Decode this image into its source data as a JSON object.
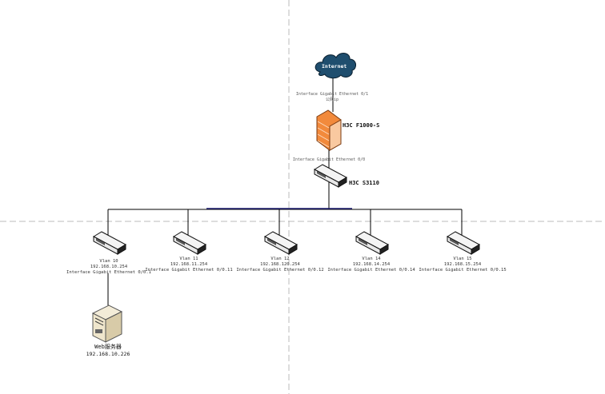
{
  "internet": {
    "label": "Internet",
    "link_label": "Interface Gigabit Ethernet 0/1",
    "link_sublabel": "公网ip"
  },
  "firewall": {
    "name": "H3C F1000-S",
    "link_label": "Interface Gigabit Ethernet 0/0"
  },
  "core_switch": {
    "name": "H3C S3110"
  },
  "vlans": [
    {
      "vlan": "Vlan 10",
      "ip": "192.168.10.254",
      "iface": "Interface Gigabit Ethernet 0/0.1"
    },
    {
      "vlan": "Vlan 11",
      "ip": "192.168.11.254",
      "iface": "Interface Gigabit Ethernet 0/0.11"
    },
    {
      "vlan": "Vlan 12",
      "ip": "192.168.120.254",
      "iface": "Interface Gigabit Ethernet 0/0.12"
    },
    {
      "vlan": "Vlan 14",
      "ip": "192.168.14.254",
      "iface": "Interface Gigabit Ethernet 0/0.14"
    },
    {
      "vlan": "Vlan 15",
      "ip": "192.168.15.254",
      "iface": "Interface Gigabit Ethernet 0/0.15"
    }
  ],
  "server": {
    "name": "Web服务器",
    "ip": "192.168.10.226"
  },
  "colors": {
    "cloud": "#1f4e6e",
    "firewall": "#f28a3c",
    "bus_highlight": "#1a1a6e",
    "guide": "#bbbbbb"
  }
}
